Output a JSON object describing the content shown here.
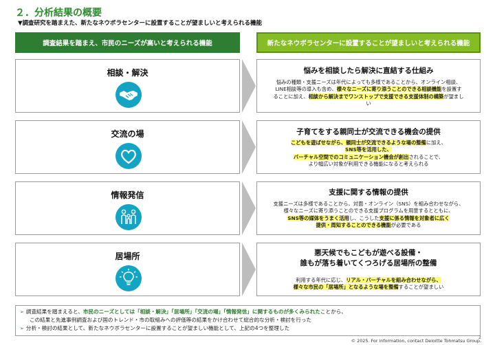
{
  "title": "２．分析結果の概要",
  "subtitle": "▼調査研究を踏まえた、新たなネウボラセンターに設置することが望ましいと考えられる機能",
  "headers": {
    "left": "調査結果を踏まえ、市民のニーズが高いと考えられる機能",
    "right": "新たなネウボラセンターに設置することが望ましいと考えられる機能"
  },
  "rows": [
    {
      "label": "相談・解決",
      "icon": "handshake-icon",
      "right_title": "悩みを相談したら解決に直結する仕組み",
      "p1": "悩みの種類・支援ニーズは年代によっても多様であることから、オンライン相談、",
      "p2": "LINE相談等の導入も含め、",
      "p3": "様々なニーズに寄り添うことのできる相談機能",
      "p4": "を設置す",
      "p5": "ることに加え、",
      "p6": "相談から解決までワンストップで支援できる支援体制の構築",
      "p7": "が望まし",
      "p8": "い"
    },
    {
      "label": "交流の場",
      "icon": "heart-icon",
      "right_title": "子育てをする親同士が交流できる機会の提供",
      "p1": "こどもを遊ばせながら、親同士が交流できるような場の整備",
      "p2": "に加え、",
      "p3": "SNS等を活用した、",
      "p4": "バーチャル空間でのコミュニケーション機会が創出",
      "p5": "されることで、",
      "p6": "より幅広い対象が利用できる機能になると考えられる"
    },
    {
      "label": "情報発信",
      "icon": "family-icon",
      "right_title": "支援に関する情報の提供",
      "p1": "支援ニーズは多様であることから、対面・オンライン（SNS）を組み合わせながら、",
      "p2": "様々なニーズに寄り添うことのできる支援プログラムを用意するとともに、",
      "p3": "SNS等の媒体をうまく活用",
      "p4": "し、こうした",
      "p5": "支援に係る情報を対象者に広く",
      "p6": "提供・周知することのできる機能",
      "p7": "が必要である"
    },
    {
      "label": "居場所",
      "icon": "lightbulb-icon",
      "right_title_1": "悪天候でもこどもが遊べる設備・",
      "right_title_2": "誰もが落ち着いてくつろげる居場所の整備",
      "p1": "利用する年代に応じ、",
      "p2": "リアル・バーチャルを組み合わせながら、",
      "p3": "様々な市民の「居場所」となるような場を整備",
      "p4": "することが望ましい"
    }
  ],
  "summary": {
    "b1": "➢",
    "s1": "調査結果を踏まえると、",
    "s2": "市民のニーズとしては「相談・解決」「居場所」「交流の場」「情報発信」に関するものが多くみられた",
    "s3": "ことから、",
    "s4": "この結果と先進事例調査および国のトレンド・市の取組みへの評価等の結果をかけ合わせて総合的な分析・検討を行った",
    "b2": "➢",
    "s5": "分析・検討の結果として、新たなネウボラセンターに設置することが望ましい機能として、上記の4つを整理した"
  },
  "footer": "© 2025. For information, contact Deloitte Tohmatsu Group.",
  "page_number": "2",
  "colors": {
    "green_dark": "#2e7d32",
    "green_light": "#86bc25",
    "icon_teal": "#13a3c3",
    "highlight": "#ffff7a"
  }
}
